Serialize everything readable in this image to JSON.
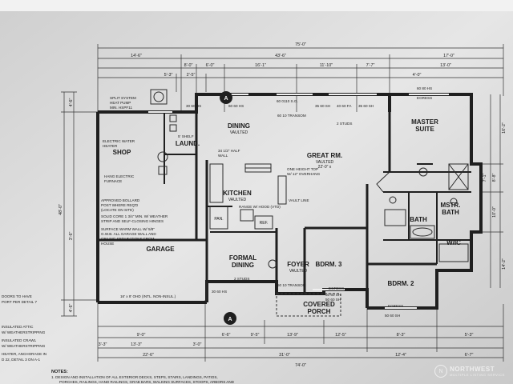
{
  "rooms": {
    "master": "MASTER",
    "master2": "SUITE",
    "great": "GREAT RM.",
    "great_sub1": "VAULTED",
    "great_sub2": "22'-0\" x",
    "dining": "DINING",
    "dining_sub": "VAULTED",
    "shop": "SHOP",
    "laund": "LAUND.",
    "kitchen": "KITCHEN",
    "kitchen_sub": "VAULTED",
    "garage": "GARAGE",
    "formal1": "FORMAL",
    "formal2": "DINING",
    "foyer": "FOYER",
    "foyer_sub": "VAULTED",
    "bdrm3": "BDRM. 3",
    "bdrm2": "BDRM. 2",
    "bath": "BATH",
    "mstr1": "MSTR.",
    "mstr2": "BATH",
    "wic": "W/IC",
    "covered1": "COVERED",
    "covered2": "PORCH",
    "pan": "PAN.",
    "ref": "REF."
  },
  "notes": {
    "split1": "SPLIT SYSTEM",
    "split2": "HEAT PUMP",
    "split3": "MIN. HSPF11",
    "water1": "ELECTRIC WATER",
    "water2": "HEATER",
    "furnace1": "HANG ELECTRIC",
    "furnace2": "FURNACE",
    "bollard1": "APPROVED BOLLARD",
    "bollard2": "POST WHERE REQ'D",
    "bollard3": "(LOCATE ON SITE)",
    "solid1": "SOLID CORE 1 3/4\" MIN. W/ WEATHER",
    "solid2": "STRIP AND SELF-CLOSING HINGES",
    "surface1": "SURFACE WARM WALL W/ 5/8\"",
    "surface2": "G.W.B. ALL GARAGE WALL AND",
    "surface3": "CEILING SEPARATIONS FROM",
    "surface4": "HOUSE",
    "ohd": "16' x 8' OHD (INTL. NON-INSUL.)",
    "range": "RANGE W/ HOOD (VTD)",
    "halfwall1": "34 1/2\" HALF",
    "halfwall2": "WALL",
    "oneheight1": "ONE HEIGHT TOP",
    "oneheight2": "W/ 12\" OVERHANG",
    "vault": "VAULT LINE",
    "transom1": "60 10 TRANSOM",
    "transom2": "50 10 TRANSOM",
    "studs1": "2 STUDS",
    "studs2": "2 STUDS",
    "egress1": "EGRESS",
    "egress2": "EGRESS",
    "egress3": "EGRESS",
    "shelf": "5' SHELF",
    "d1": "30 60 HS",
    "d2": "60 60 HS",
    "d3": "60 0110 S.G.",
    "d4": "35 60 SH",
    "d5": "40 60 FA",
    "d6": "35 60 SH",
    "d7": "60 80 HS",
    "d8": "50 60 SH",
    "d9": "30 60 HS",
    "d10": "50 60 SH",
    "d11": "50 60 SH",
    "left1": "DOORS TO HAVE",
    "left2": "PORT PER DETAIL 7",
    "bl1": "INSULATED ATTIC",
    "bl2": "W/ WEATHERSTRIPPING",
    "bl3": "INSULATED CRAWL",
    "bl4": "W/ WEATHERSTRIPPING",
    "bl5": "HEATER, ANCHORAGE IN",
    "bl6": "D 22, DETAIL 3 ON A-1",
    "notes_title": "NOTES:",
    "note1": "1.   DESIGN AND INSTALLATION OF ALL EXTERIOR DECKS, STEPS, STAIRS, LANDINGS, PATIOS,",
    "note2": "PORCHES, RAILINGS, HAND RAILINGS, GRAB BARS, WALKING SURFACES, STOOPS, ARBORS AND"
  },
  "dims": {
    "overall": "75'-0\"",
    "top1": "14'-6\"",
    "top2": "43'-6\"",
    "top3": "17'-0\"",
    "t1": "8'-0\"",
    "t2": "6'-0\"",
    "t3": "16'-1\"",
    "t4": "11'-10\"",
    "t5": "7'-7\"",
    "t6": "13'-0\"",
    "t7": "5'-3\"",
    "t8": "2'-5\"",
    "t9": "4'-0\"",
    "left1": "48'-0\"",
    "left2": "4'-6\"",
    "left3": "4'-6\"",
    "left4": "3'-6\"",
    "right1": "16'-2\"",
    "right2": "8'-8\"",
    "right3": "7'-1\"",
    "right4": "14'-2\"",
    "right5": "10'-0\"",
    "b1": "22'-6\"",
    "b2": "31'-0\"",
    "b3": "12'-4\"",
    "b4": "6'-7\"",
    "b5": "74'-0\"",
    "b6": "9'-0\"",
    "b7": "3'-3\"",
    "b8": "13'-3\"",
    "b9": "3'-0\"",
    "b10": "6'-6\"",
    "b11": "9'-5\"",
    "b12": "13'-9\"",
    "b13": "12'-5\"",
    "b14": "8'-3\"",
    "b15": "5'-3\""
  },
  "section_marks": {
    "a_top": "A",
    "a_bottom": "A"
  },
  "watermark": {
    "brand": "NORTHWEST",
    "sub": "MULTIPLE LISTING SERVICE",
    "logo_glyph": "N"
  }
}
